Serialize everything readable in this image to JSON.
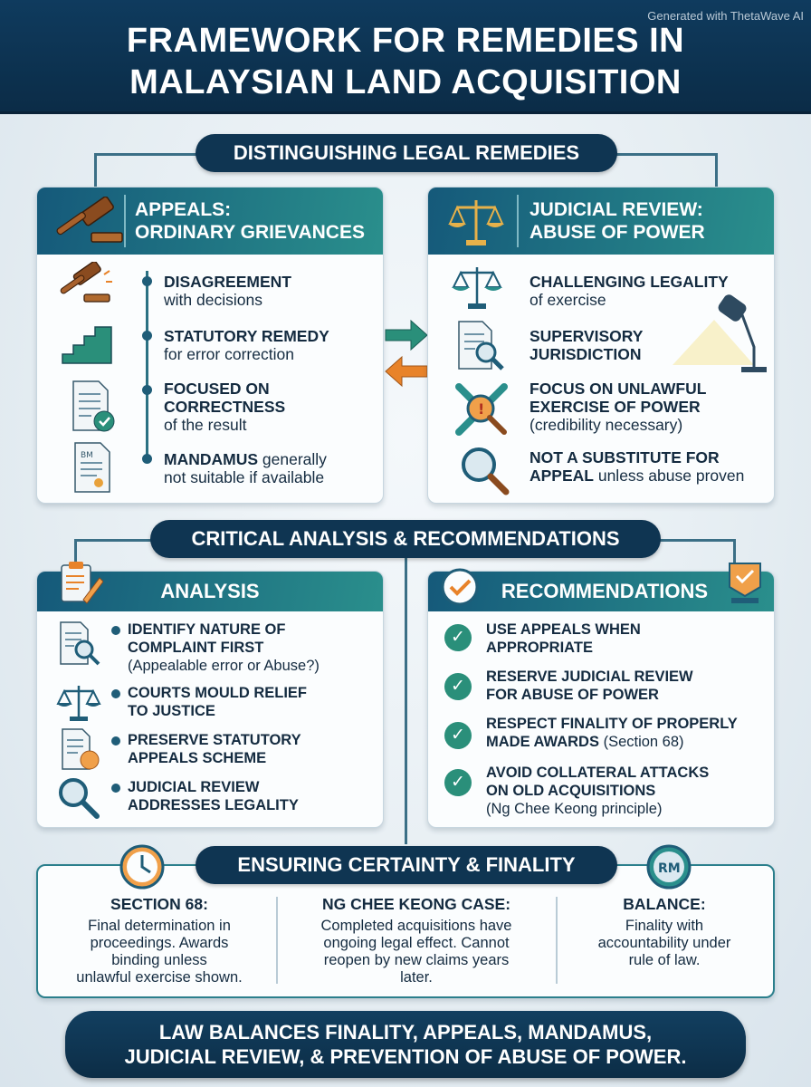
{
  "watermark": "Generated with ThetaWave AI",
  "title": {
    "line1": "FRAMEWORK FOR REMEDIES IN",
    "line2": "MALAYSIAN LAND ACQUISITION"
  },
  "section1": {
    "heading": "DISTINGUISHING LEGAL REMEDIES",
    "appeals": {
      "title_line1": "APPEALS:",
      "title_line2": "ORDINARY GRIEVANCES",
      "items": [
        {
          "title": "DISAGREEMENT",
          "sub": "with decisions"
        },
        {
          "title": "STATUTORY REMEDY",
          "sub": "for error correction"
        },
        {
          "title": "FOCUSED ON",
          "title2": "CORRECTNESS",
          "sub": "of the result"
        },
        {
          "title": "MANDAMUS",
          "sub_inline": " generally",
          "sub": "not suitable if available"
        }
      ]
    },
    "judicial": {
      "title_line1": "JUDICIAL REVIEW:",
      "title_line2": "ABUSE OF POWER",
      "items": [
        {
          "title": "CHALLENGING LEGALITY",
          "sub": "of exercise"
        },
        {
          "title": "SUPERVISORY",
          "title2": "JURISDICTION"
        },
        {
          "title": "FOCUS ON UNLAWFUL",
          "title2": "EXERCISE OF POWER",
          "sub": "(credibility necessary)"
        },
        {
          "title": "NOT A SUBSTITUTE FOR",
          "title2": "APPEAL",
          "sub_inline": " unless abuse proven"
        }
      ]
    }
  },
  "section2": {
    "heading": "CRITICAL ANALYSIS & RECOMMENDATIONS",
    "analysis": {
      "title": "ANALYSIS",
      "items": [
        {
          "title": "IDENTIFY NATURE OF",
          "title2": "COMPLAINT FIRST",
          "sub": "(Appealable error or Abuse?)"
        },
        {
          "title": "COURTS MOULD RELIEF",
          "title2": "TO JUSTICE"
        },
        {
          "title": "PRESERVE STATUTORY",
          "title2": "APPEALS SCHEME"
        },
        {
          "title": "JUDICIAL REVIEW",
          "title2": "ADDRESSES LEGALITY"
        }
      ]
    },
    "recommendations": {
      "title": "RECOMMENDATIONS",
      "items": [
        {
          "title": "USE APPEALS WHEN",
          "title2": "APPROPRIATE"
        },
        {
          "title": "RESERVE JUDICIAL REVIEW",
          "title2": "FOR ABUSE OF POWER"
        },
        {
          "title": "RESPECT FINALITY OF PROPERLY",
          "title2": "MADE AWARDS",
          "sub_inline": " (Section 68)"
        },
        {
          "title": "AVOID COLLATERAL ATTACKS",
          "title2": "ON OLD ACQUISITIONS",
          "sub": "(Ng Chee Keong principle)"
        }
      ]
    }
  },
  "section3": {
    "heading": "ENSURING CERTAINTY & FINALITY",
    "rm_label": "RM",
    "columns": [
      {
        "title": "SECTION 68:",
        "lines": [
          "Final determination in",
          "proceedings. Awards",
          "binding unless",
          "unlawful exercise shown."
        ]
      },
      {
        "title": "NG CHEE KEONG CASE:",
        "lines": [
          "Completed acquisitions have",
          "ongoing legal effect. Cannot",
          "reopen by new claims years",
          "later."
        ]
      },
      {
        "title": "BALANCE:",
        "lines": [
          "Finality with",
          "accountability under",
          "rule of law."
        ]
      }
    ]
  },
  "footer": {
    "line1": "LAW BALANCES FINALITY, APPEALS, MANDAMUS,",
    "line2": "JUDICIAL REVIEW, & PREVENTION OF ABUSE OF POWER."
  },
  "doc_label": "BM",
  "colors": {
    "navy": "#0f3552",
    "teal": "#2a8f8c",
    "orange": "#e8832a",
    "green": "#2a8f7a"
  }
}
